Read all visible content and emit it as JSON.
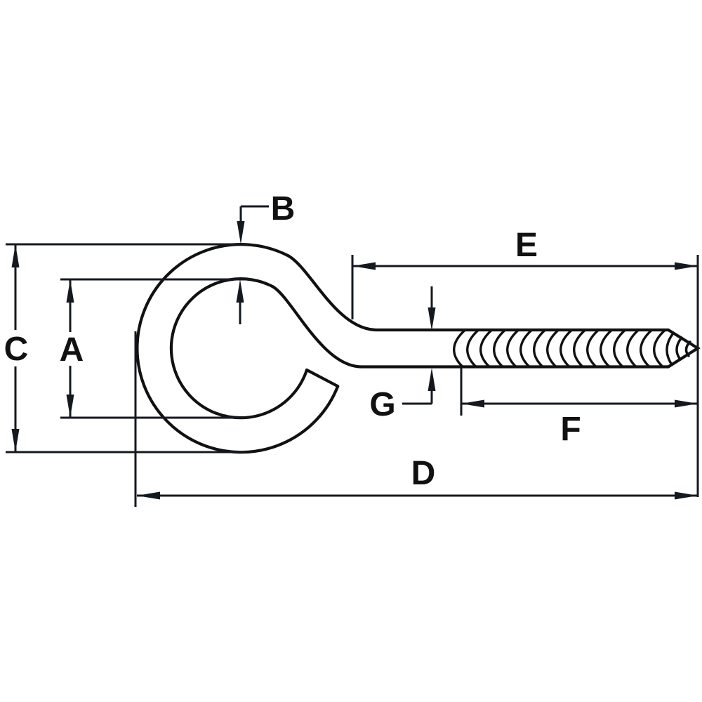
{
  "diagram": {
    "kind": "technical-dimension-drawing",
    "subject": "eye-lag-screw-side-view",
    "colors": {
      "line": "#111111",
      "dimension_line": "#14181f",
      "background": "#ffffff"
    },
    "labels": {
      "a": "A",
      "b": "B",
      "c": "C",
      "d": "D",
      "e": "E",
      "f": "F",
      "g": "G"
    }
  }
}
